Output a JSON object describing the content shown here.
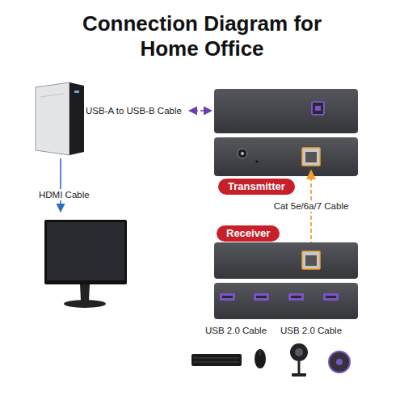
{
  "diagram": {
    "title": "Connection Diagram for Home Office",
    "nodes": [
      {
        "text": [
          "Transmitter"
        ]
      },
      {
        "text": [
          "Receiver"
        ]
      }
    ],
    "labels": [
      "USB-A to USB-B Cable",
      "HDMI Cable",
      "Cat 5e/6a/7 Cable",
      "USB 2.0 Cable",
      "USB 2.0 Cable"
    ]
  }
}
